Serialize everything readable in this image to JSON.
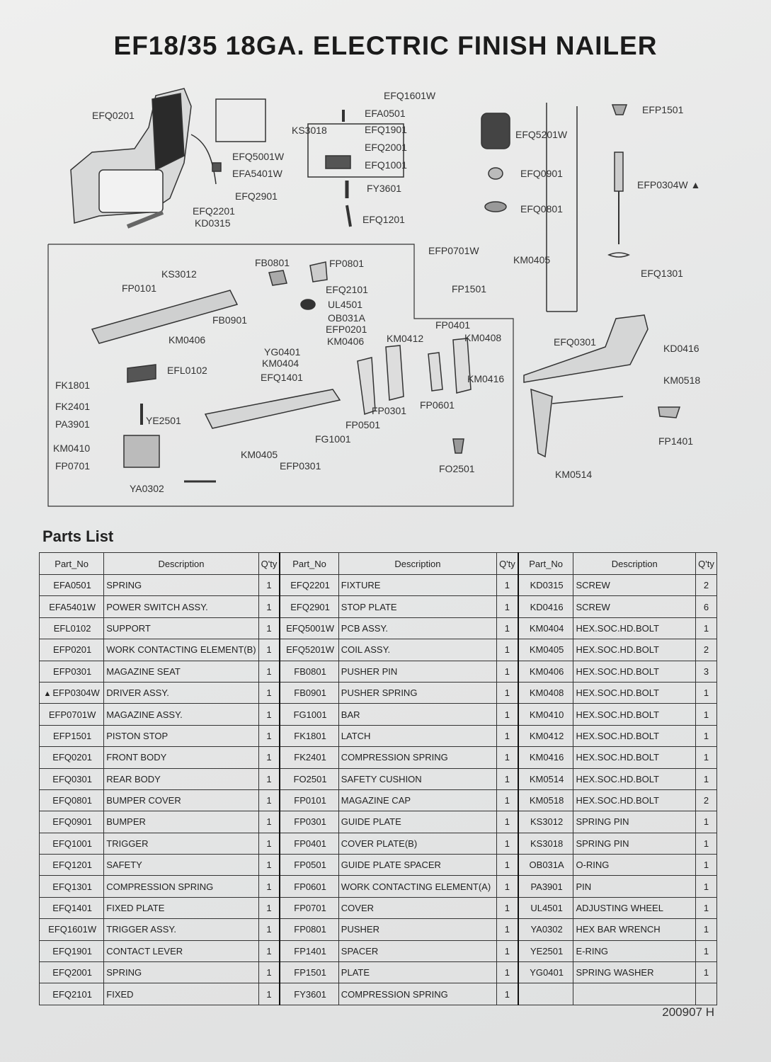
{
  "title": "EF18/35  18GA. ELECTRIC FINISH NAILER",
  "diagram_labels": [
    "EFQ0201",
    "EFQ5001W",
    "EFA5401W",
    "EFQ2901",
    "EFQ2201",
    "KD0315",
    "EFQ1601W",
    "EFA0501",
    "KS3018",
    "EFQ1901",
    "EFQ2001",
    "EFQ1001",
    "FY3601",
    "EFQ1201",
    "EFQ5201W",
    "EFQ0901",
    "EFQ0801",
    "EFP1501",
    "EFP0304W ▲",
    "EFP0701W",
    "KM0405",
    "FP1501",
    "EFQ1301",
    "KS3012",
    "FB0801",
    "FP0801",
    "FP0101",
    "EFQ2101",
    "UL4501",
    "OB031A",
    "EFP0201",
    "FB0901",
    "KM0406",
    "KM0406",
    "YG0401",
    "KM0404",
    "EFQ1401",
    "EFL0102",
    "FK1801",
    "FK2401",
    "PA3901",
    "YE2501",
    "KM0410",
    "FP0701",
    "YA0302",
    "KM0405",
    "EFP0301",
    "FG1001",
    "FP0501",
    "FP0301",
    "FP0601",
    "KM0412",
    "FP0401",
    "KM0408",
    "KM0416",
    "FO2501",
    "EFQ0301",
    "KD0416",
    "KM0518",
    "FP1401",
    "KM0514"
  ],
  "parts_heading": "Parts List",
  "headers": [
    "Part_No",
    "Description",
    "Q'ty"
  ],
  "rows": [
    [
      [
        "",
        "EFA0501",
        "SPRING",
        "1"
      ],
      [
        "",
        "EFQ2201",
        "FIXTURE",
        "1"
      ],
      [
        "",
        "KD0315",
        "SCREW",
        "2"
      ]
    ],
    [
      [
        "",
        "EFA5401W",
        "POWER SWITCH ASSY.",
        "1"
      ],
      [
        "",
        "EFQ2901",
        "STOP PLATE",
        "1"
      ],
      [
        "",
        "KD0416",
        "SCREW",
        "6"
      ]
    ],
    [
      [
        "",
        "EFL0102",
        "SUPPORT",
        "1"
      ],
      [
        "",
        "EFQ5001W",
        "PCB ASSY.",
        "1"
      ],
      [
        "",
        "KM0404",
        "HEX.SOC.HD.BOLT",
        "1"
      ]
    ],
    [
      [
        "",
        "EFP0201",
        "WORK CONTACTING ELEMENT(B)",
        "1"
      ],
      [
        "",
        "EFQ5201W",
        "COIL ASSY.",
        "1"
      ],
      [
        "",
        "KM0405",
        "HEX.SOC.HD.BOLT",
        "2"
      ]
    ],
    [
      [
        "",
        "EFP0301",
        "MAGAZINE SEAT",
        "1"
      ],
      [
        "",
        "FB0801",
        "PUSHER PIN",
        "1"
      ],
      [
        "",
        "KM0406",
        "HEX.SOC.HD.BOLT",
        "3"
      ]
    ],
    [
      [
        "▲",
        "EFP0304W",
        "DRIVER ASSY.",
        "1"
      ],
      [
        "",
        "FB0901",
        "PUSHER SPRING",
        "1"
      ],
      [
        "",
        "KM0408",
        "HEX.SOC.HD.BOLT",
        "1"
      ]
    ],
    [
      [
        "",
        "EFP0701W",
        "MAGAZINE ASSY.",
        "1"
      ],
      [
        "",
        "FG1001",
        "BAR",
        "1"
      ],
      [
        "",
        "KM0410",
        "HEX.SOC.HD.BOLT",
        "1"
      ]
    ],
    [
      [
        "",
        "EFP1501",
        "PISTON STOP",
        "1"
      ],
      [
        "",
        "FK1801",
        "LATCH",
        "1"
      ],
      [
        "",
        "KM0412",
        "HEX.SOC.HD.BOLT",
        "1"
      ]
    ],
    [
      [
        "",
        "EFQ0201",
        "FRONT BODY",
        "1"
      ],
      [
        "",
        "FK2401",
        "COMPRESSION SPRING",
        "1"
      ],
      [
        "",
        "KM0416",
        "HEX.SOC.HD.BOLT",
        "1"
      ]
    ],
    [
      [
        "",
        "EFQ0301",
        "REAR BODY",
        "1"
      ],
      [
        "",
        "FO2501",
        "SAFETY CUSHION",
        "1"
      ],
      [
        "",
        "KM0514",
        "HEX.SOC.HD.BOLT",
        "1"
      ]
    ],
    [
      [
        "",
        "EFQ0801",
        "BUMPER COVER",
        "1"
      ],
      [
        "",
        "FP0101",
        "MAGAZINE CAP",
        "1"
      ],
      [
        "",
        "KM0518",
        "HEX.SOC.HD.BOLT",
        "2"
      ]
    ],
    [
      [
        "",
        "EFQ0901",
        "BUMPER",
        "1"
      ],
      [
        "",
        "FP0301",
        "GUIDE PLATE",
        "1"
      ],
      [
        "",
        "KS3012",
        "SPRING PIN",
        "1"
      ]
    ],
    [
      [
        "",
        "EFQ1001",
        "TRIGGER",
        "1"
      ],
      [
        "",
        "FP0401",
        "COVER PLATE(B)",
        "1"
      ],
      [
        "",
        "KS3018",
        "SPRING PIN",
        "1"
      ]
    ],
    [
      [
        "",
        "EFQ1201",
        "SAFETY",
        "1"
      ],
      [
        "",
        "FP0501",
        "GUIDE PLATE SPACER",
        "1"
      ],
      [
        "",
        "OB031A",
        "O-RING",
        "1"
      ]
    ],
    [
      [
        "",
        "EFQ1301",
        "COMPRESSION SPRING",
        "1"
      ],
      [
        "",
        "FP0601",
        "WORK CONTACTING ELEMENT(A)",
        "1"
      ],
      [
        "",
        "PA3901",
        "PIN",
        "1"
      ]
    ],
    [
      [
        "",
        "EFQ1401",
        "FIXED PLATE",
        "1"
      ],
      [
        "",
        "FP0701",
        "COVER",
        "1"
      ],
      [
        "",
        "UL4501",
        "ADJUSTING WHEEL",
        "1"
      ]
    ],
    [
      [
        "",
        "EFQ1601W",
        "TRIGGER ASSY.",
        "1"
      ],
      [
        "",
        "FP0801",
        "PUSHER",
        "1"
      ],
      [
        "",
        "YA0302",
        "HEX BAR WRENCH",
        "1"
      ]
    ],
    [
      [
        "",
        "EFQ1901",
        "CONTACT LEVER",
        "1"
      ],
      [
        "",
        "FP1401",
        "SPACER",
        "1"
      ],
      [
        "",
        "YE2501",
        "E-RING",
        "1"
      ]
    ],
    [
      [
        "",
        "EFQ2001",
        "SPRING",
        "1"
      ],
      [
        "",
        "FP1501",
        "PLATE",
        "1"
      ],
      [
        "",
        "YG0401",
        "SPRING WASHER",
        "1"
      ]
    ],
    [
      [
        "",
        "EFQ2101",
        "FIXED",
        "1"
      ],
      [
        "",
        "FY3601",
        "COMPRESSION SPRING",
        "1"
      ],
      [
        "",
        "",
        "",
        ""
      ]
    ]
  ],
  "doc_number": "200907 H"
}
